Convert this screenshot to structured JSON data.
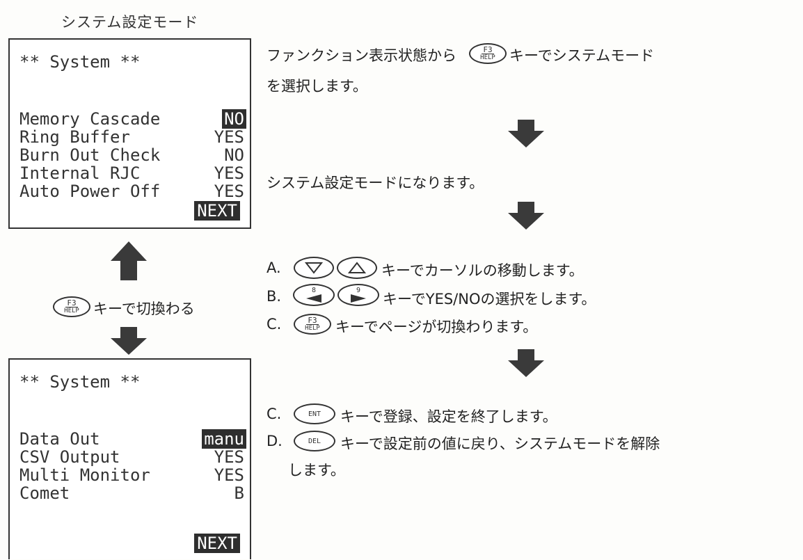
{
  "caption": "システム設定モード",
  "screen1": {
    "title": "** System **",
    "rows": [
      {
        "label": "Memory Cascade",
        "value": "NO"
      },
      {
        "label": "Ring Buffer",
        "value": "YES"
      },
      {
        "label": "Burn Out Check",
        "value": "NO"
      },
      {
        "label": "Internal RJC",
        "value": "YES"
      },
      {
        "label": "Auto Power Off",
        "value": "YES"
      }
    ],
    "next": "NEXT"
  },
  "screen2": {
    "title": "** System **",
    "rows": [
      {
        "label": "Data Out",
        "value": "manu"
      },
      {
        "label": "CSV Output",
        "value": "YES"
      },
      {
        "label": "Multi Monitor",
        "value": "YES"
      },
      {
        "label": "Comet",
        "value": "B"
      }
    ],
    "next": "NEXT"
  },
  "keys": {
    "f3_top": "F3",
    "f3_bottom": "HELP",
    "left_num": "8",
    "right_num": "9",
    "ent": "ENT",
    "del": "DEL"
  },
  "toggle_text": "キーで切換わる",
  "instructions": {
    "intro_1": "ファンクション表示状態から",
    "intro_2": "キーでシステムモード",
    "intro_3": "を選択します。",
    "mode_enter": "システム設定モードになります。",
    "a_prefix": "A.",
    "a_text": "キーでカーソルの移動します。",
    "b_prefix": "B.",
    "b_text": "キーでYES/NOの選択をします。",
    "c_prefix": "C.",
    "c_text": "キーでページが切換わります。",
    "c2_prefix": "C.",
    "c2_text": "キーで登録、設定を終了します。",
    "d_prefix": "D.",
    "d_text": "キーで設定前の値に戻り、システムモードを解除",
    "d_text2": "します。"
  }
}
